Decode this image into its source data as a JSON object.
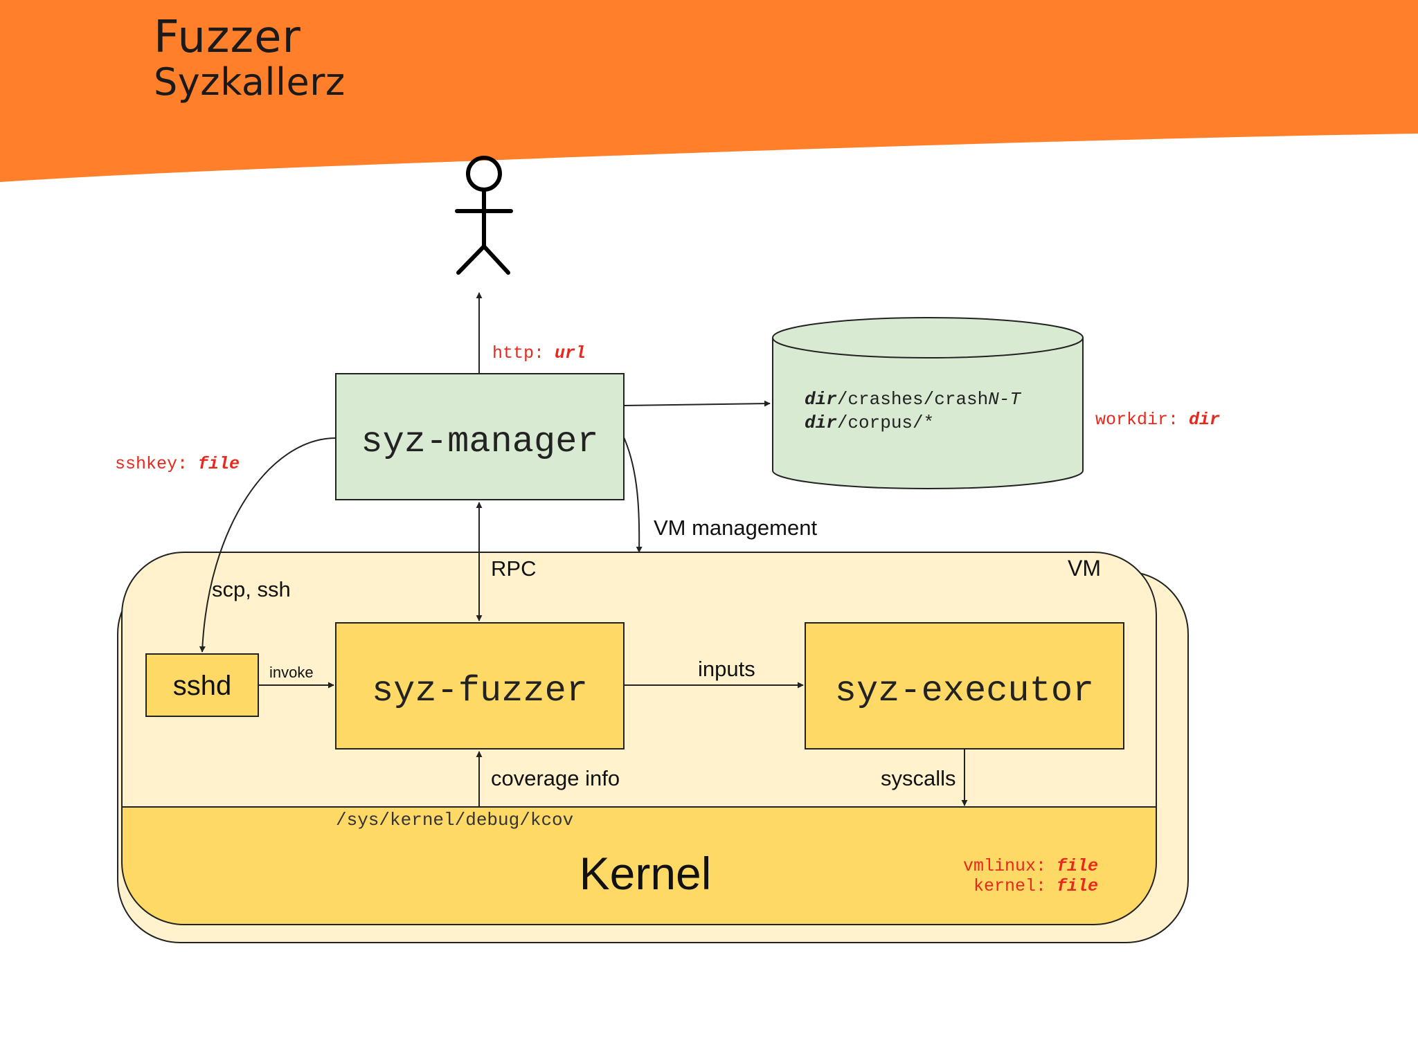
{
  "header": {
    "title": "Fuzzer",
    "subtitle": "Syzkallerz",
    "band_color": "#FF7F2A"
  },
  "colors": {
    "manager_fill": "#D9EAD3",
    "vm_fill": "#FFF2CC",
    "box_fill": "#FFD966",
    "kernel_fill": "#FFD966",
    "param_red": "#E8281C",
    "outline": "#222222"
  },
  "diagram": {
    "actor": {
      "icon": "user-stick-figure-icon"
    },
    "manager": {
      "label": "syz-manager"
    },
    "http": {
      "key": "http: ",
      "value": "url"
    },
    "workdir": {
      "line1": {
        "dir": "dir",
        "rest_a": "/crashes/crash",
        "italic": "N-T"
      },
      "line2": {
        "dir": "dir",
        "rest": "/corpus/*"
      },
      "param_key": "workdir: ",
      "param_value": "dir"
    },
    "sshkey": {
      "key": "sshkey: ",
      "value": "file"
    },
    "vm_management": "VM management",
    "rpc": "RPC",
    "vm": "VM",
    "scp_ssh": "scp, ssh",
    "sshd": "sshd",
    "invoke": "invoke",
    "fuzzer": "syz-fuzzer",
    "inputs": "inputs",
    "executor": "syz-executor",
    "coverage_info": "coverage info",
    "syscalls": "syscalls",
    "kcov_path": "/sys/kernel/debug/kcov",
    "kernel": "Kernel",
    "vmlinux": {
      "key": "vmlinux: ",
      "value": "file"
    },
    "kernel_param": {
      "key": "kernel: ",
      "value": "file"
    }
  }
}
